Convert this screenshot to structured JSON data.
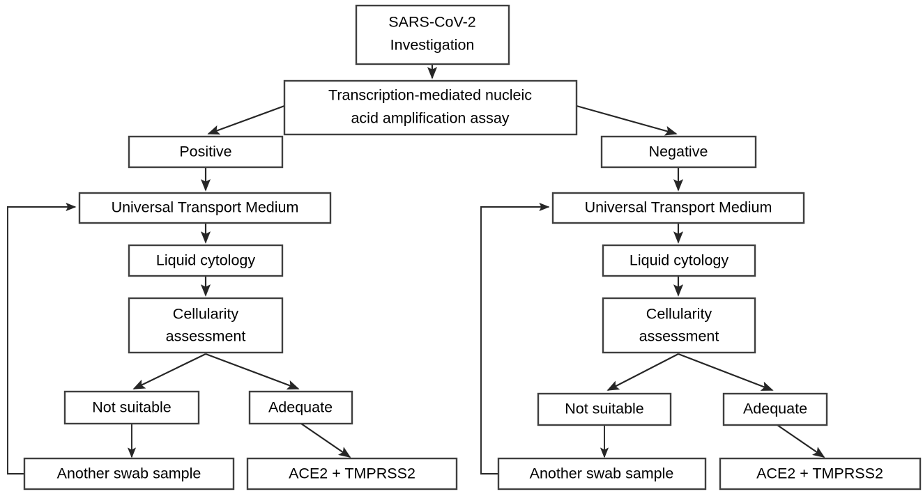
{
  "diagram": {
    "title": "SARS-CoV-2 investigation flowchart",
    "colors": {
      "box_stroke": "#3f3f3f",
      "edge_stroke": "#262626",
      "box_fill": "#ffffff",
      "text": "#000000",
      "background": "#ffffff"
    },
    "nodes": {
      "root": "SARS-CoV-2",
      "root_line2": "Investigation",
      "assay_line1": "Transcription-mediated nucleic",
      "assay_line2": "acid amplification assay",
      "positive": "Positive",
      "negative": "Negative",
      "utm_left": "Universal Transport Medium",
      "utm_right": "Universal Transport Medium",
      "cytology_left": "Liquid cytology",
      "cytology_right": "Liquid cytology",
      "cellularity_left_line1": "Cellularity",
      "cellularity_left_line2": "assessment",
      "cellularity_right_line1": "Cellularity",
      "cellularity_right_line2": "assessment",
      "not_suitable_left": "Not suitable",
      "not_suitable_right": "Not suitable",
      "adequate_left": "Adequate",
      "adequate_right": "Adequate",
      "swab_left": "Another swab sample",
      "swab_right": "Another swab sample",
      "ace2_left": "ACE2 + TMPRSS2",
      "ace2_right": "ACE2 + TMPRSS2"
    }
  }
}
